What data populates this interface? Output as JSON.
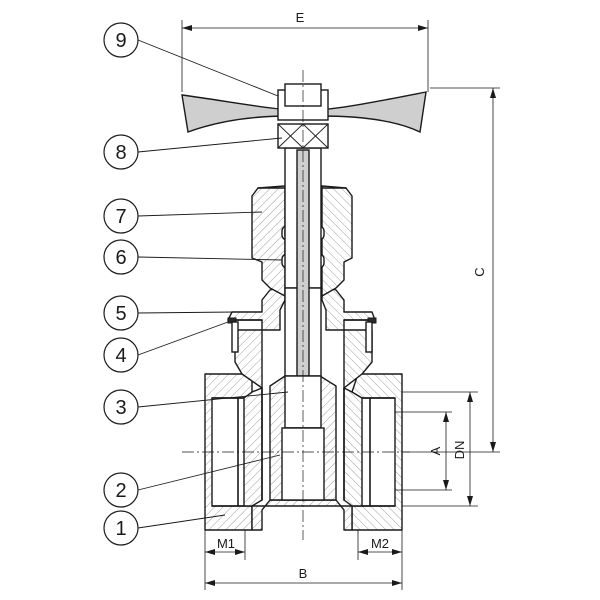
{
  "callouts": [
    "1",
    "2",
    "3",
    "4",
    "5",
    "6",
    "7",
    "8",
    "9"
  ],
  "dimensions": {
    "E": "E",
    "C": "C",
    "A": "A",
    "DN": "DN",
    "B": "B",
    "M1": "M1",
    "M2": "M2"
  }
}
